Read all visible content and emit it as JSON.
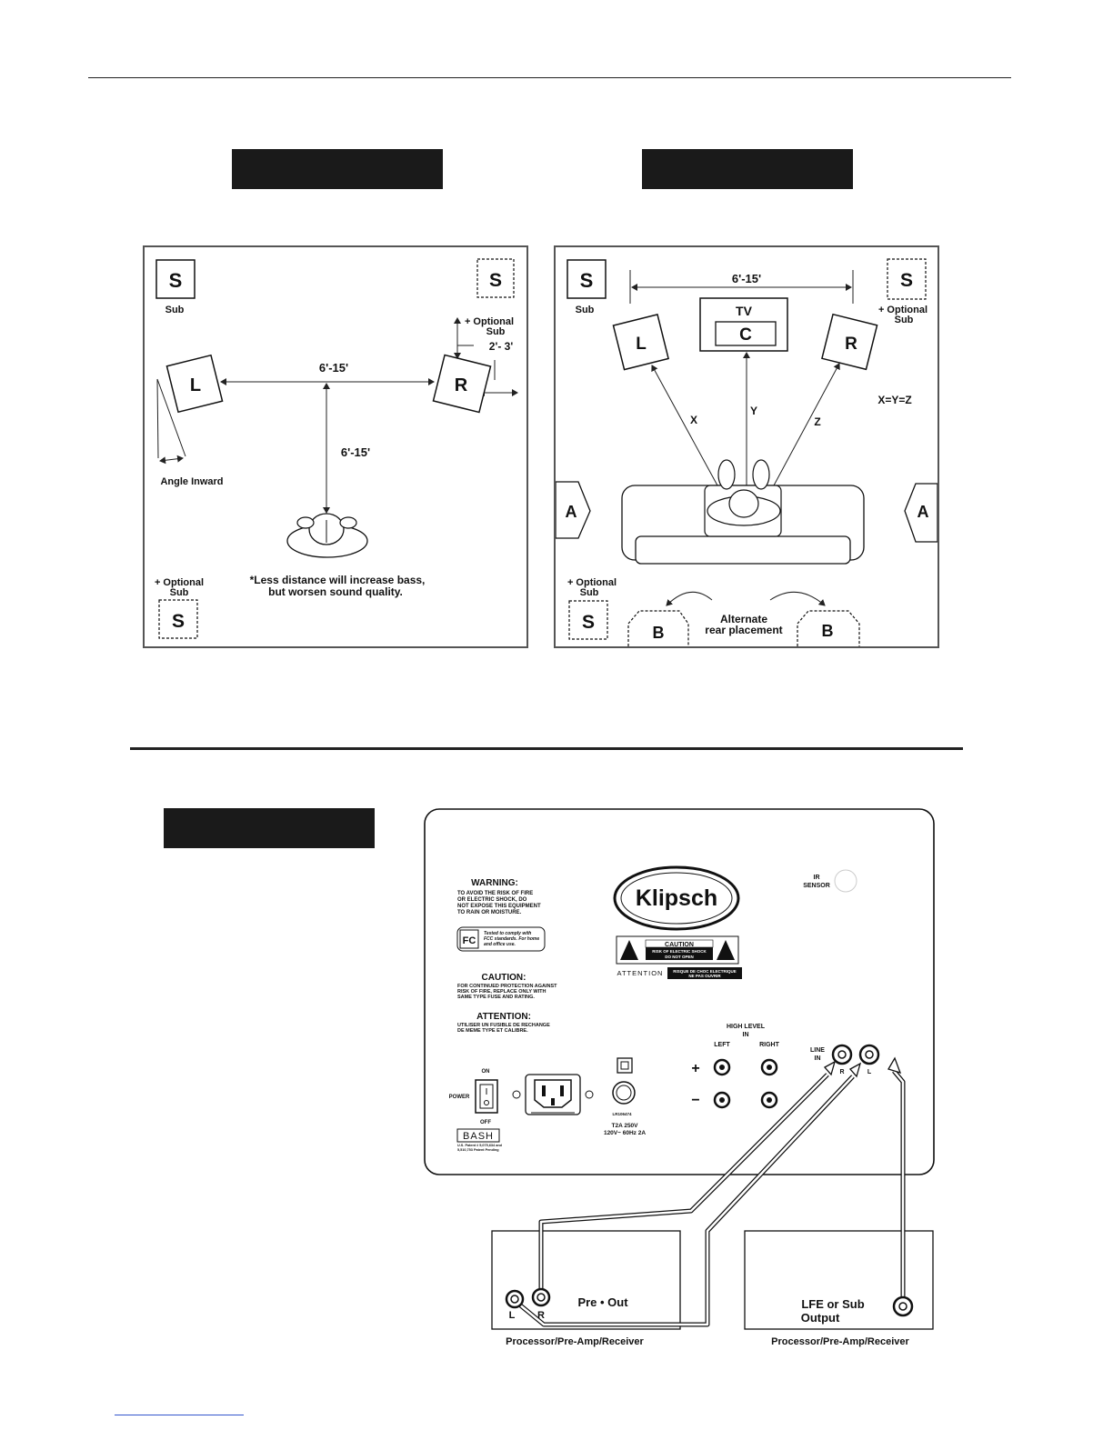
{
  "diagram_left": {
    "sub_tl": "S",
    "sub_tl_label": "Sub",
    "sub_tr": "S",
    "sub_tr_label_1": "+ Optional",
    "sub_tr_label_2": "Sub",
    "dist_2_3": "2'- 3'",
    "speaker_l": "L",
    "speaker_r": "R",
    "dist_lr": "6'-15'",
    "dist_listener": "6'-15'",
    "angle_label": "Angle Inward",
    "sub_bl": "S",
    "sub_bl_label_1": "+ Optional",
    "sub_bl_label_2": "Sub",
    "note_1": "*Less distance will increase bass,",
    "note_2": "but worsen sound quality."
  },
  "diagram_right": {
    "sub_tl": "S",
    "sub_tl_label": "Sub",
    "sub_tr": "S",
    "sub_tr_label_1": "+ Optional",
    "sub_tr_label_2": "Sub",
    "dist_lr": "6'-15'",
    "tv_label": "TV",
    "center": "C",
    "speaker_l": "L",
    "speaker_r": "R",
    "x": "X",
    "y": "Y",
    "z": "Z",
    "equation": "X=Y=Z",
    "side_a_left": "A",
    "side_a_right": "A",
    "sub_bl": "S",
    "sub_bl_label_1": "+ Optional",
    "sub_bl_label_2": "Sub",
    "rear_b_left": "B",
    "rear_b_right": "B",
    "alt_1": "Alternate",
    "alt_2": "rear placement"
  },
  "panel": {
    "warning_title": "WARNING:",
    "warning_lines": [
      "TO AVOID THE RISK OF FIRE",
      "OR ELECTRIC SHOCK, DO",
      "NOT EXPOSE THIS EQUIPMENT",
      "TO RAIN OR MOISTURE."
    ],
    "fcc_logo": "FC",
    "fcc_lines": [
      "Tested to comply with",
      "FCC standards. For home",
      "and office use."
    ],
    "caution_title": "CAUTION:",
    "caution_lines": [
      "FOR CONTINUED PROTECTION AGAINST",
      "RISK OF FIRE, REPLACE ONLY WITH",
      "SAME TYPE FUSE AND RATING."
    ],
    "attention_title": "ATTENTION:",
    "attention_lines": [
      "UTILISER UN FUSIBLE DE RECHANGE",
      "DE MEME TYPE ET CALIBRE."
    ],
    "brand": "Klipsch",
    "caution_box_1": "CAUTION",
    "caution_box_2": "RISK OF ELECTRIC SHOCK",
    "caution_box_3": "DO NOT OPEN",
    "attention_word": "ATTENTION",
    "attention_box_1": "RISQUE DE CHOC ELECTRIQUE",
    "attention_box_2": "NE PAS OUVRIR",
    "ir_1": "IR",
    "ir_2": "SENSOR",
    "high_level_1": "HIGH LEVEL",
    "high_level_2": "IN",
    "left": "LEFT",
    "right": "RIGHT",
    "plus": "+",
    "minus": "−",
    "line_in_1": "LINE",
    "line_in_2": "IN",
    "line_r": "R",
    "line_l": "L",
    "power": "POWER",
    "on": "ON",
    "off": "OFF",
    "bash": "BASH",
    "bash_note_1": "U.S. Patent # 5,075,634 and",
    "bash_note_2": "5,510,753   Patent Pending",
    "csa_code": "LR106474",
    "fuse_1": "T2A 250V",
    "fuse_2": "120V~ 60Hz 2A"
  },
  "receivers": {
    "left_caption": "Processor/Pre-Amp/Receiver",
    "left_label": "Pre • Out",
    "left_l": "L",
    "left_r": "R",
    "right_caption": "Processor/Pre-Amp/Receiver",
    "right_label_1": "LFE or Sub",
    "right_label_2": "Output"
  }
}
